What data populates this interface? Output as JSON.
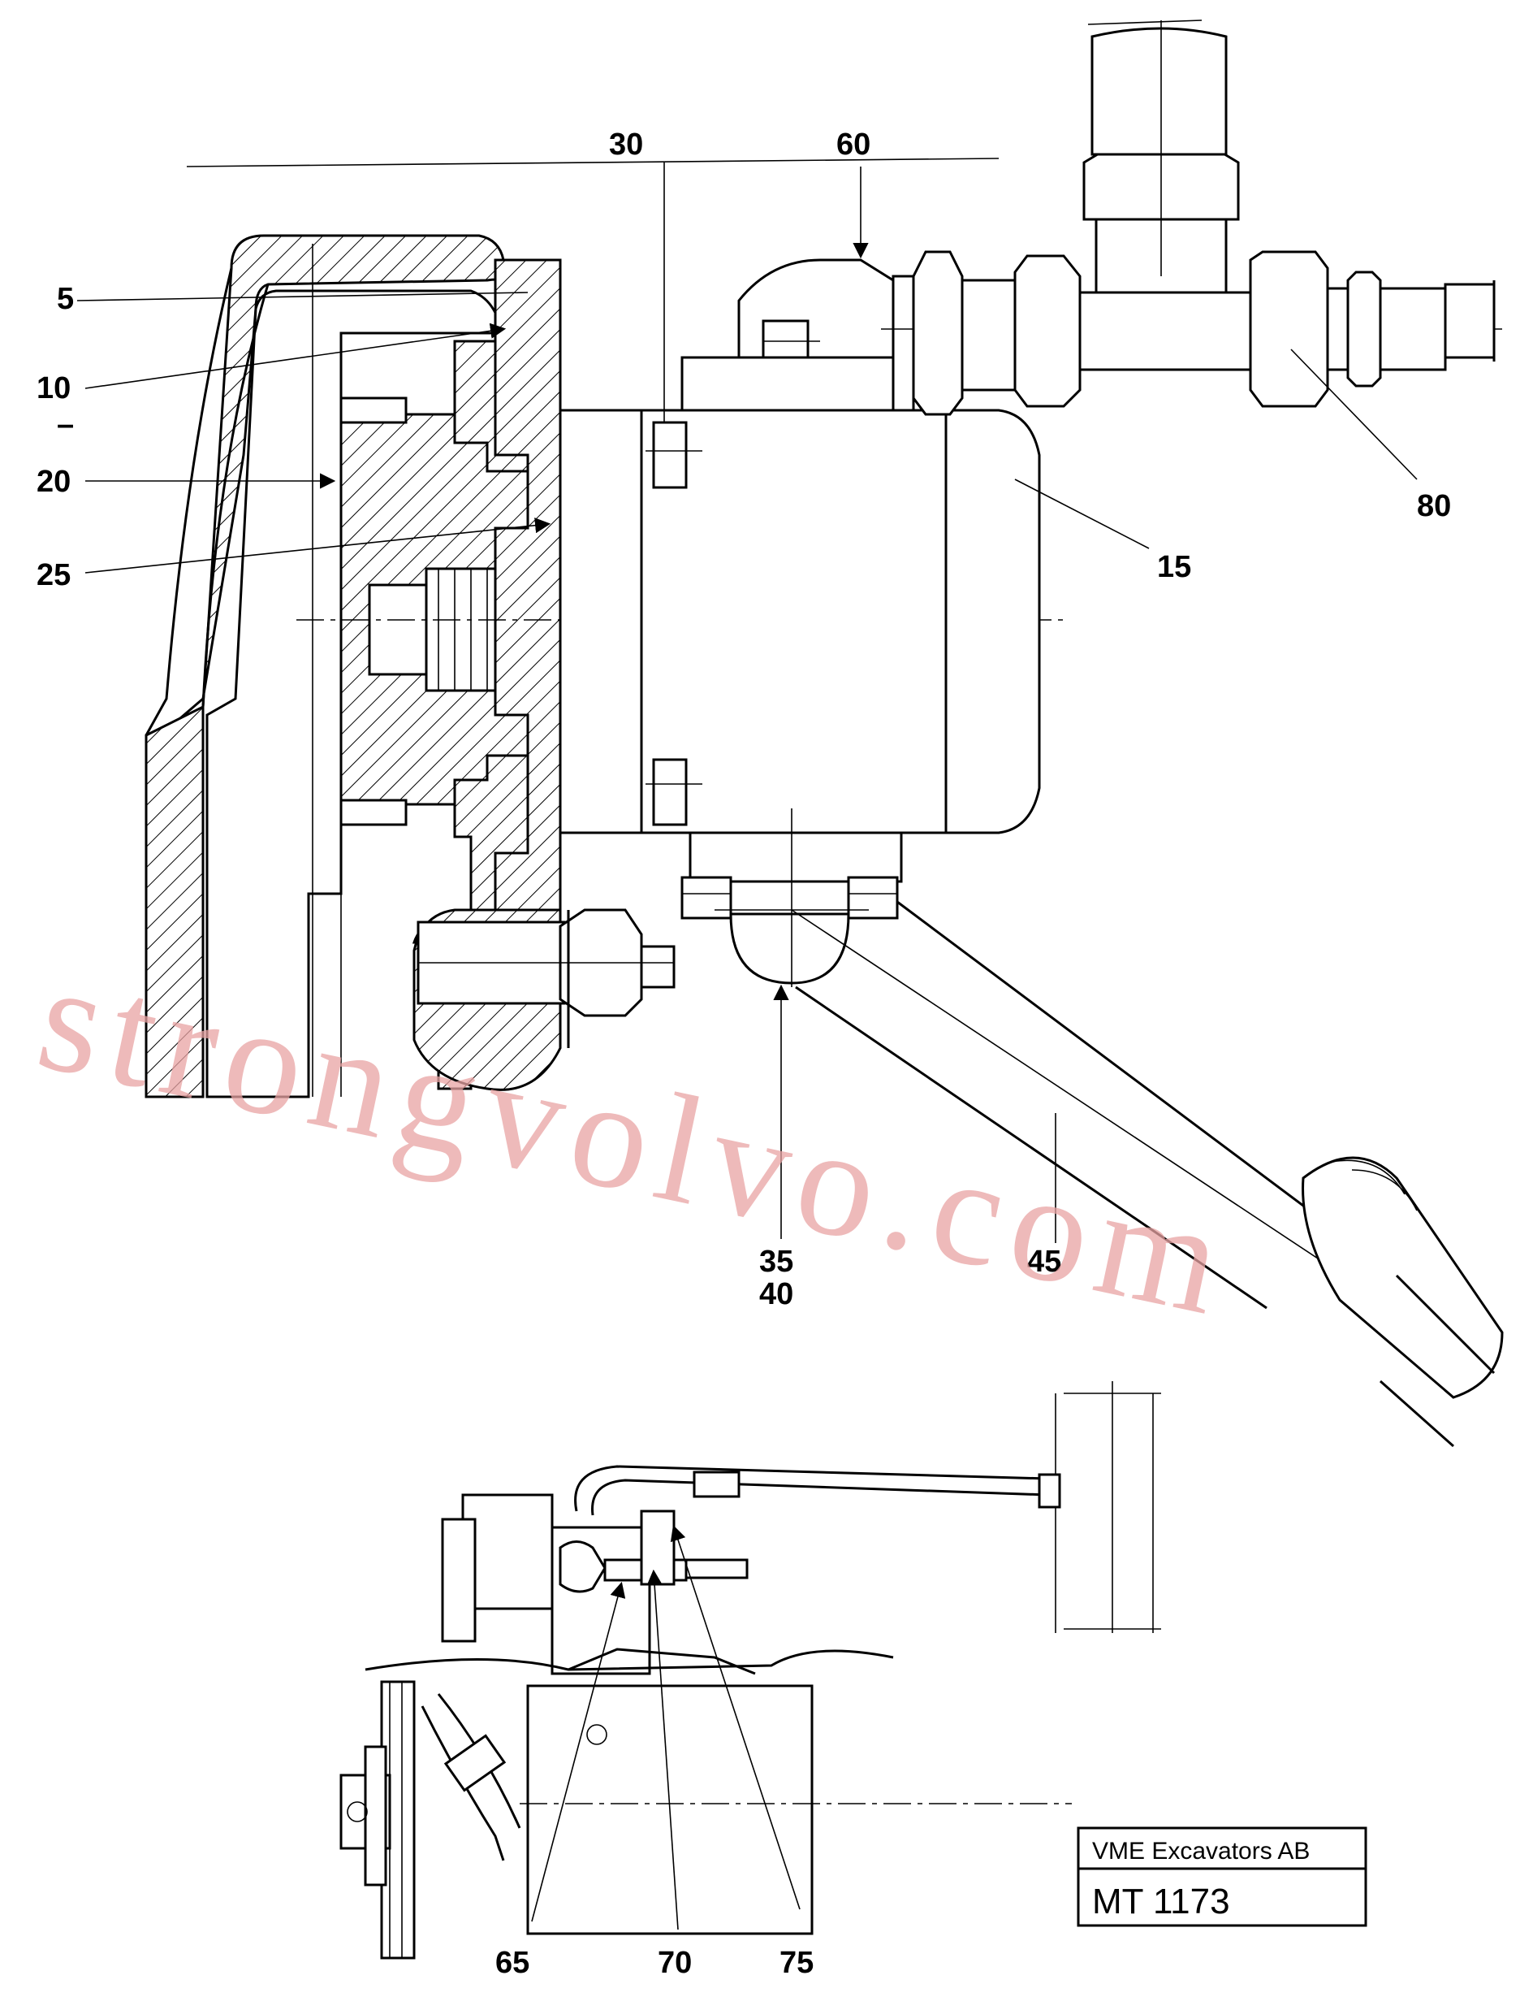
{
  "callouts": {
    "c5": "5",
    "c10": "10",
    "c20": "20",
    "c25": "25",
    "c30": "30",
    "c60": "60",
    "c80": "80",
    "c15": "15",
    "c35": "35",
    "c40": "40",
    "c45": "45",
    "c65": "65",
    "c70": "70",
    "c75": "75"
  },
  "watermark": "strongvolvo.com",
  "title_block": {
    "company": "VME Excavators AB",
    "drawing_number": "MT 1173"
  }
}
